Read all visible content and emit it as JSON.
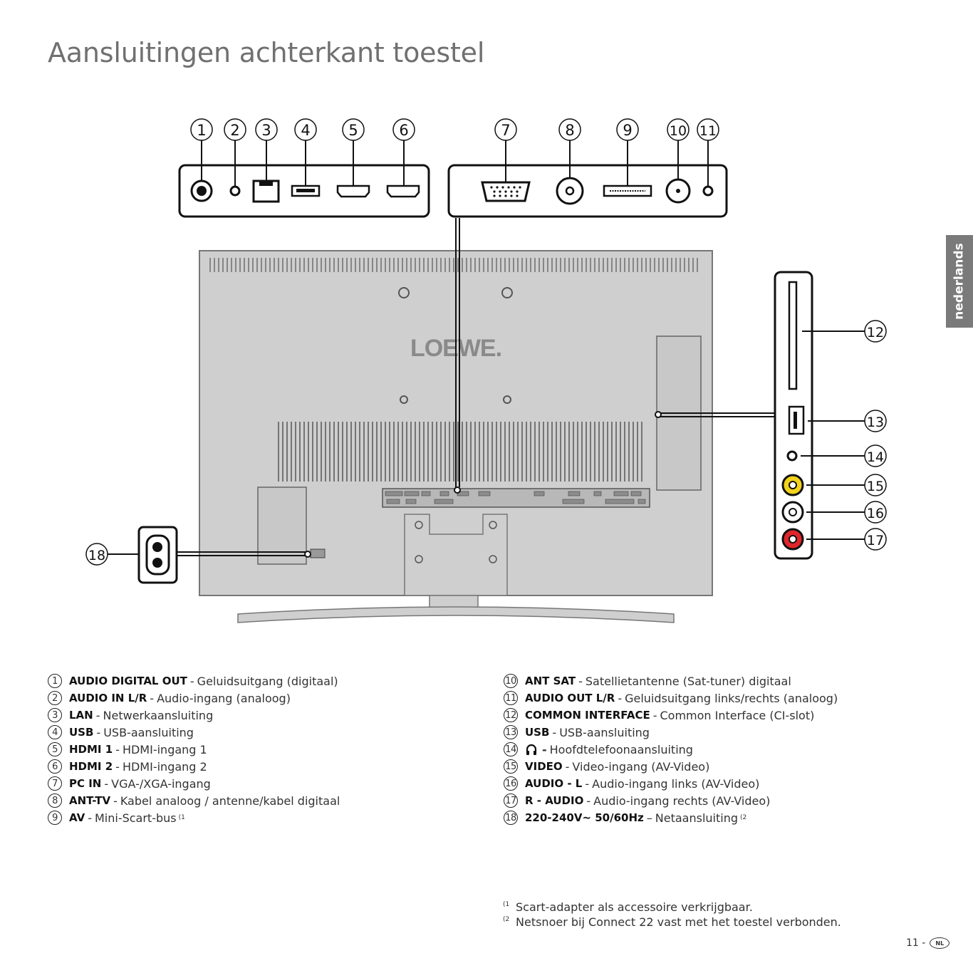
{
  "page": {
    "title": "Aansluitingen achterkant toestel",
    "side_tab": "nederlands",
    "page_number": "11 -",
    "page_badge": "NL"
  },
  "diagram": {
    "brand_logo": "LOEWE.",
    "callouts": [
      "1",
      "2",
      "3",
      "4",
      "5",
      "6",
      "7",
      "8",
      "9",
      "10",
      "11",
      "12",
      "13",
      "14",
      "15",
      "16",
      "17",
      "18"
    ],
    "jack_colors": {
      "video": "#f2d21b",
      "audio_l": "#ffffff",
      "audio_r": "#e0262b",
      "panel": "#cfcfcf"
    }
  },
  "legend": {
    "left": [
      {
        "num": "1",
        "label": "AUDIO DIGITAL OUT",
        "desc": "Geluidsuitgang (digitaal)"
      },
      {
        "num": "2",
        "label": "AUDIO IN L/R",
        "desc": "Audio-ingang (analoog)"
      },
      {
        "num": "3",
        "label": "LAN",
        "desc": "Netwerkaansluiting"
      },
      {
        "num": "4",
        "label": "USB",
        "desc": "USB-aansluiting"
      },
      {
        "num": "5",
        "label": "HDMI 1",
        "desc": "HDMI-ingang 1"
      },
      {
        "num": "6",
        "label": "HDMI 2",
        "desc": "HDMI-ingang 2"
      },
      {
        "num": "7",
        "label": "PC IN",
        "desc": "VGA-/XGA-ingang"
      },
      {
        "num": "8",
        "label": "ANT-TV",
        "desc": "Kabel analoog / antenne/kabel digitaal"
      },
      {
        "num": "9",
        "label": "AV",
        "desc": "Mini-Scart-bus",
        "note": "(1"
      }
    ],
    "right": [
      {
        "num": "10",
        "label": "ANT SAT",
        "desc": "Satellietantenne (Sat-tuner) digitaal"
      },
      {
        "num": "11",
        "label": "AUDIO OUT L/R",
        "desc": "Geluidsuitgang links/rechts (analoog)"
      },
      {
        "num": "12",
        "label": "COMMON INTERFACE",
        "desc": "Common Interface (CI-slot)"
      },
      {
        "num": "13",
        "label": "USB",
        "desc": "USB-aansluiting"
      },
      {
        "num": "14",
        "label": "",
        "icon": "headphones-icon",
        "desc": "Hoofdtelefoonaansluiting"
      },
      {
        "num": "15",
        "label": "VIDEO",
        "desc": "Video-ingang (AV-Video)"
      },
      {
        "num": "16",
        "label": "AUDIO - L",
        "desc": "Audio-ingang links (AV-Video)"
      },
      {
        "num": "17",
        "label": "R - AUDIO",
        "desc": "Audio-ingang rechts (AV-Video)"
      },
      {
        "num": "18",
        "label": "220-240V~ 50/60Hz",
        "desc": "Netaansluiting",
        "sep": "–",
        "note": "(2"
      }
    ]
  },
  "footnotes": [
    {
      "mark": "(1",
      "text": "Scart-adapter als accessoire verkrijgbaar."
    },
    {
      "mark": "(2",
      "text": "Netsnoer bij Connect 22 vast met het toestel verbonden."
    }
  ]
}
